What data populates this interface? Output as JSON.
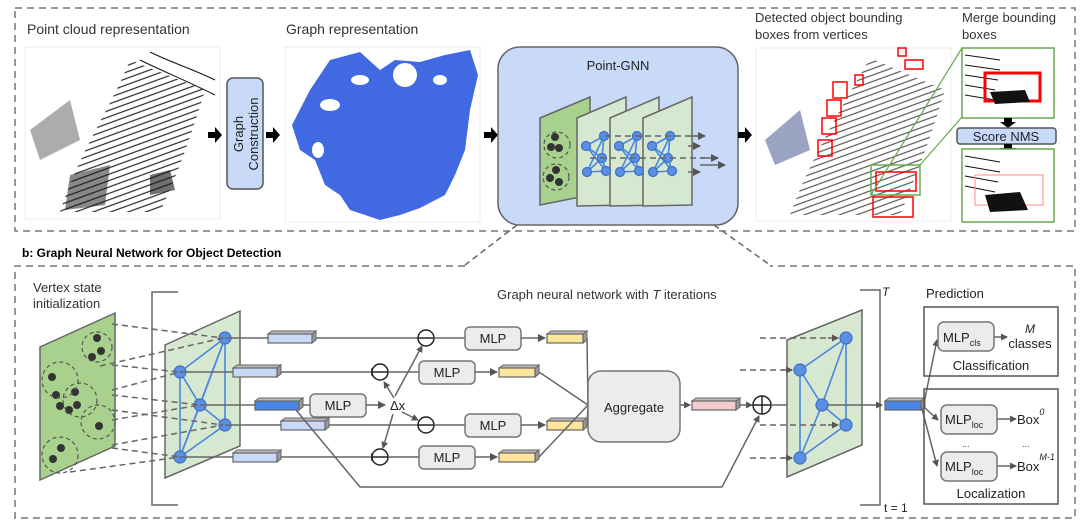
{
  "panel_a": {
    "point_cloud_label": "Point cloud representation",
    "graph_construction_label_line1": "Graph",
    "graph_construction_label_line2": "Construction",
    "graph_rep_label": "Graph representation",
    "point_gnn_label": "Point-GNN",
    "detected_label_line1": "Detected object bounding",
    "detected_label_line2": "boxes from vertices",
    "merge_label_line1": "Merge bounding",
    "merge_label_line2": "boxes",
    "score_nms_label": "Score NMS"
  },
  "panel_b": {
    "title": "b: Graph Neural Network for Object Detection",
    "vertex_init_line1": "Vertex state",
    "vertex_init_line2": "initialization",
    "gnn_iter_prefix": "Graph neural network with ",
    "gnn_iter_T": "T",
    "gnn_iter_suffix": " iterations",
    "mlp_label": "MLP",
    "delta_x_label": "Δx",
    "aggregate_label": "Aggregate",
    "bracket_T": "T",
    "t_equals_label": "t = 1",
    "prediction_label": "Prediction",
    "mlp_cls_main": "MLP",
    "mlp_cls_sub": "cls",
    "m_label": "M",
    "classes_label": "classes",
    "classification_label": "Classification",
    "mlp_loc_main": "MLP",
    "mlp_loc_sub": "loc",
    "box_label": "Box",
    "box0_sup": "0",
    "boxM_sup": "M-1",
    "ellipsis": "...",
    "localization_label": "Localization"
  },
  "colors": {
    "graph_blue": "#4169e1",
    "node_blue": "#5b8fe6",
    "pane_green": "#d6e8cf",
    "pane_green_dark": "#a9d18e",
    "feature_light_blue": "#c9daf8",
    "feature_dark_blue": "#4a86e8",
    "feature_yellow": "#ffe599",
    "feature_pink": "#f4cccc",
    "box_red": "#ff0000",
    "crop_green": "#6aa84f",
    "gnn_panel_blue": "#c9daf8"
  }
}
